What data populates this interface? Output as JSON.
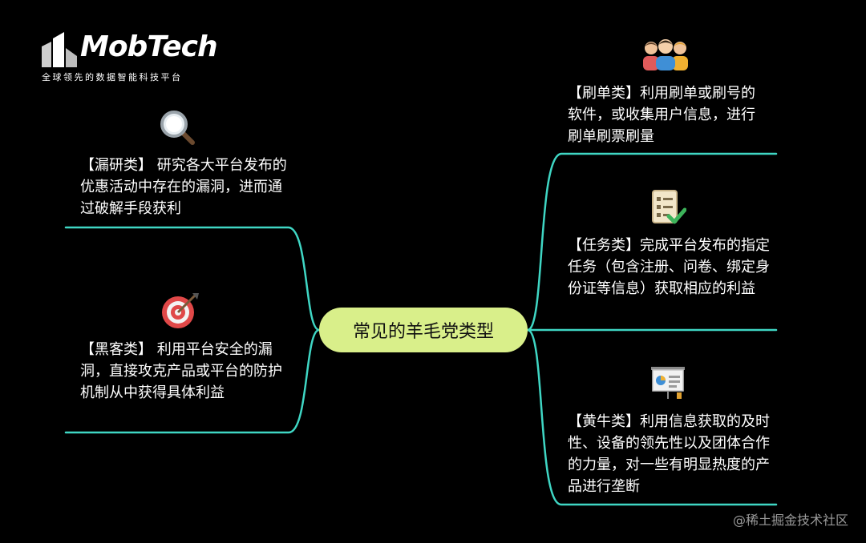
{
  "logo": {
    "wordmark": "MobTech",
    "tagline": "全球领先的数据智能科技平台"
  },
  "center": {
    "label": "常见的羊毛党类型"
  },
  "branches": [
    {
      "side": "left",
      "icon": "magnifier-icon",
      "text": "【漏研类】 研究各大平台发布的优惠活动中存在的漏洞，进而通过破解手段获利"
    },
    {
      "side": "left",
      "icon": "target-icon",
      "text": "【黑客类】 利用平台安全的漏洞，直接攻克产品或平台的防护机制从中获得具体利益"
    },
    {
      "side": "right",
      "icon": "people-icon",
      "text": "【刷单类】利用刷单或刷号的软件，或收集用户信息，进行刷单刷票刷量"
    },
    {
      "side": "right",
      "icon": "checklist-icon",
      "text": "【任务类】完成平台发布的指定任务（包含注册、问卷、绑定身份证等信息）获取相应的利益"
    },
    {
      "side": "right",
      "icon": "presentation-icon",
      "text": "【黄牛类】利用信息获取的及时性、设备的领先性以及团体合作的力量，对一些有明显热度的产品进行垄断"
    }
  ],
  "watermark": "@稀土掘金技术社区",
  "colors": {
    "background": "#000000",
    "line": "#3fd6c4",
    "center": "#d9ef8a"
  }
}
